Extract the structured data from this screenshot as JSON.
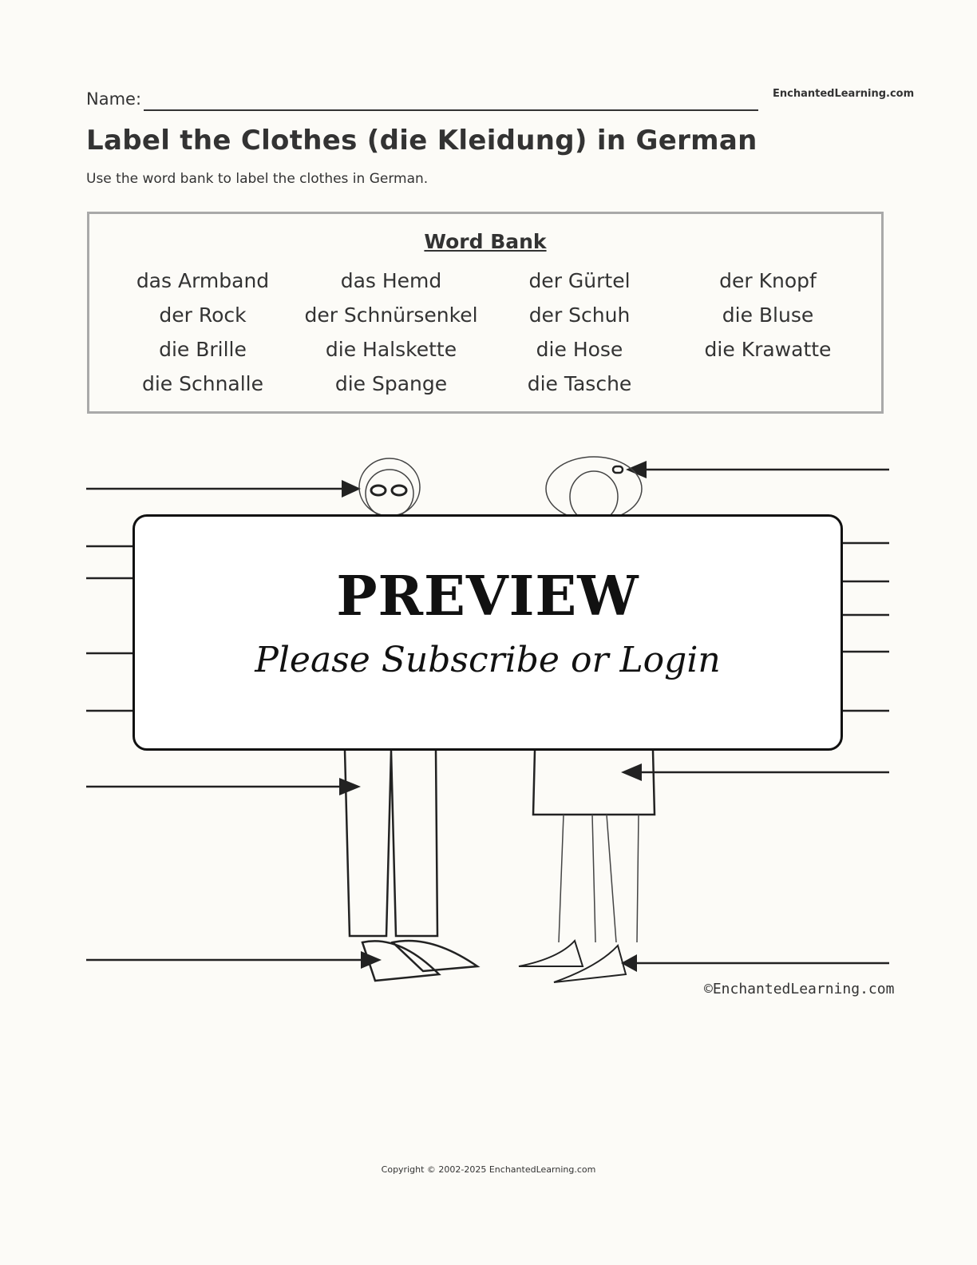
{
  "header": {
    "name_label": "Name:",
    "site": "EnchantedLearning.com",
    "title": "Label the Clothes (die Kleidung) in German",
    "subtitle": "Use the word bank to label the clothes in German."
  },
  "word_bank": {
    "title": "Word Bank",
    "words": [
      "das Armband",
      "das Hemd",
      "der Gürtel",
      "der Knopf",
      "der Rock",
      "der Schnürsenkel",
      "der Schuh",
      "die Bluse",
      "die Brille",
      "die Halskette",
      "die Hose",
      "die Krawatte",
      "die Schnalle",
      "die Spange",
      "die Tasche",
      ""
    ]
  },
  "preview": {
    "title": "PREVIEW",
    "subtitle": "Please Subscribe or Login"
  },
  "illustration_credit": "©EnchantedLearning.com",
  "footer": {
    "copyright": "Copyright © 2002-2025 EnchantedLearning.com"
  }
}
